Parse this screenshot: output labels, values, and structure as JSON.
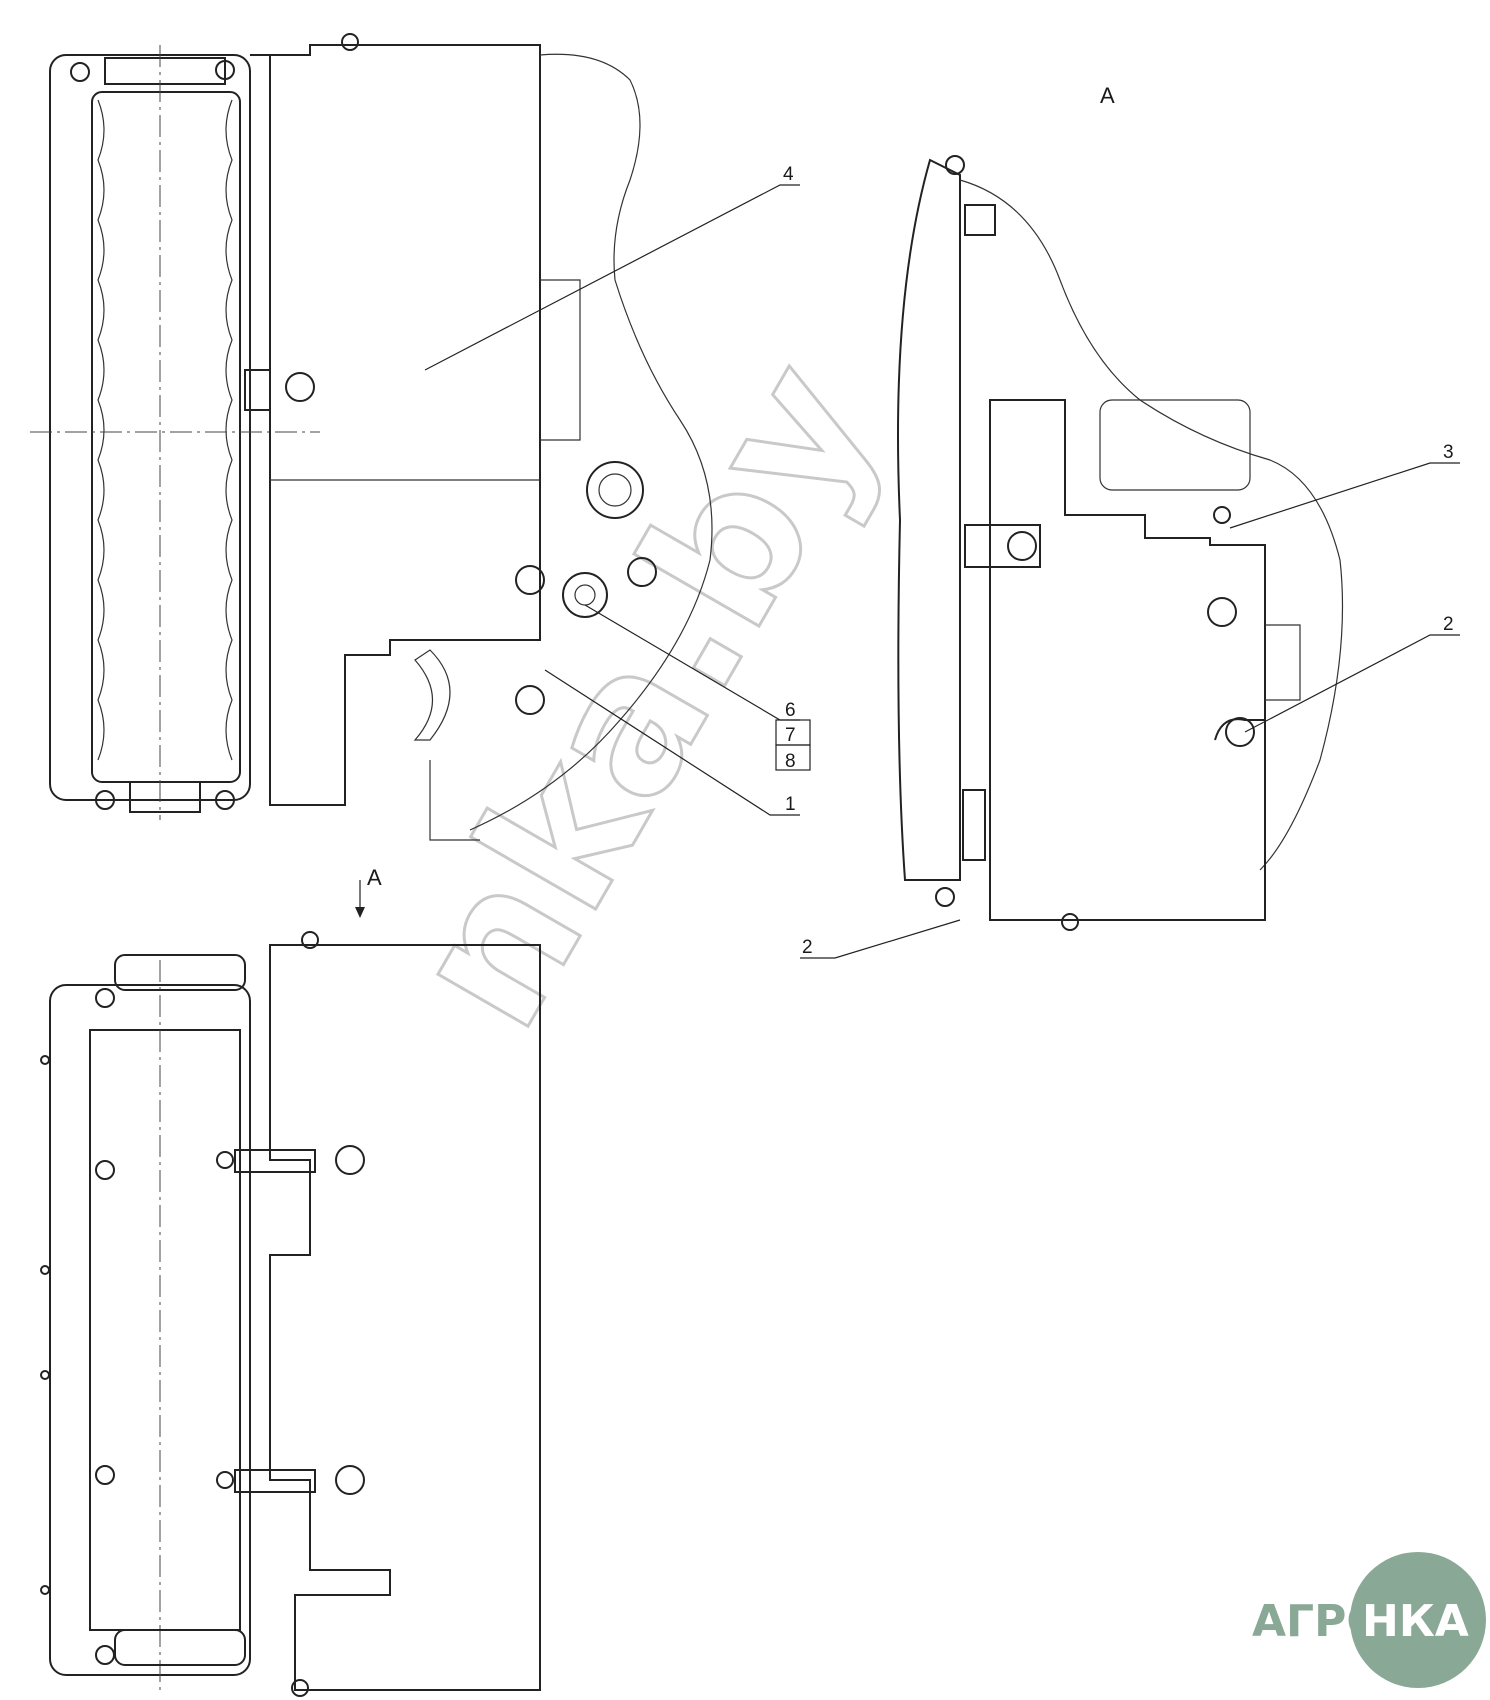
{
  "callouts": {
    "c1": "1",
    "c2a": "2",
    "c2b": "2",
    "c3": "3",
    "c4": "4",
    "c6": "6",
    "c7": "7",
    "c8": "8"
  },
  "views": {
    "section_label": "A",
    "arrow_label": "A"
  },
  "watermark": {
    "text": "nka.by"
  },
  "logo": {
    "text_left": "АГРО",
    "text_right": "НКА",
    "color": "#8aa896"
  }
}
